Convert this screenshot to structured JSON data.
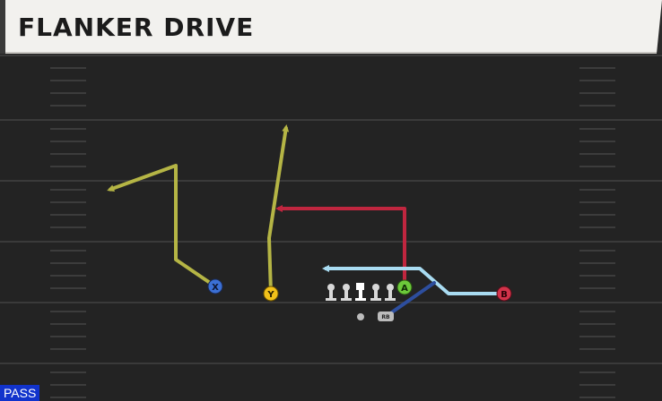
{
  "play": {
    "title": "FLANKER DRIVE",
    "type_badge": "PASS"
  },
  "players": [
    {
      "id": "x",
      "label": "X",
      "color": "#3b6fd4"
    },
    {
      "id": "y",
      "label": "Y",
      "color": "#f2c11a"
    },
    {
      "id": "a",
      "label": "A",
      "color": "#6cc93a"
    },
    {
      "id": "b",
      "label": "B",
      "color": "#d2334a"
    },
    {
      "id": "rb",
      "label": "RB",
      "color": "#bcbcbc"
    }
  ],
  "colors": {
    "route_x": "#b5b545",
    "route_y": "#b5b545",
    "route_a": "#c0263f",
    "route_b": "#a9dcf2",
    "route_rb": "#2d4e9e",
    "field": "#232323",
    "yard_line": "#3a3a3a",
    "hash": "#3c3c3c"
  }
}
